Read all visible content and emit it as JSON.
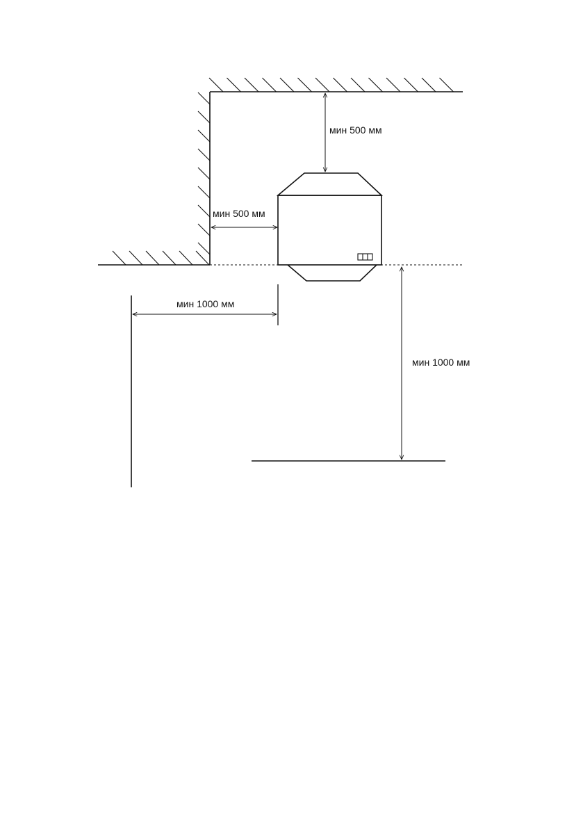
{
  "diagram": {
    "labels": {
      "ceiling_clearance": "мин 500 мм",
      "wall_clearance": "мин 500 мм",
      "front_clearance": "мин 1000 мм",
      "floor_clearance": "мин 1000 мм"
    },
    "colors": {
      "line": "#111111"
    }
  }
}
